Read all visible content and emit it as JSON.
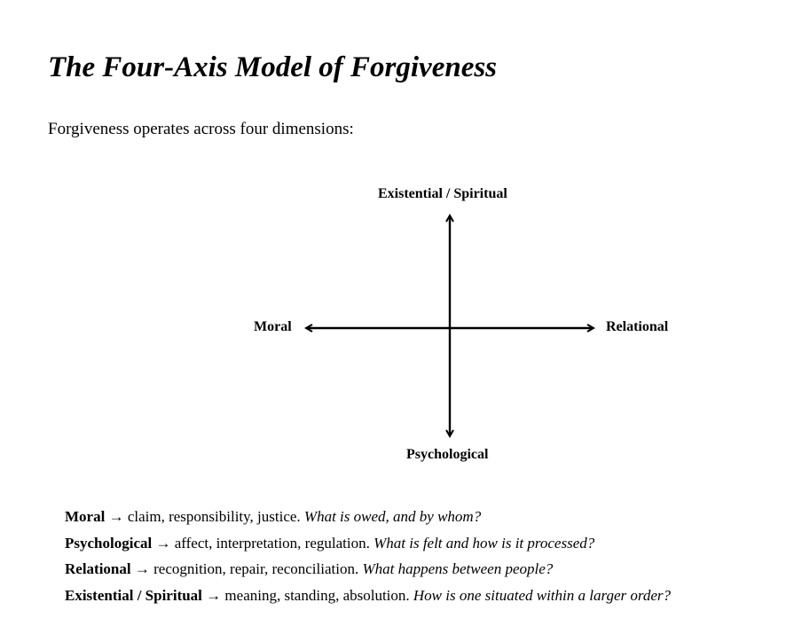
{
  "title": "The Four-Axis Model of Forgiveness",
  "intro": "Forgiveness operates across four dimensions:",
  "diagram": {
    "axes": {
      "top": "Existential / Spiritual",
      "left": "Moral",
      "right": "Relational",
      "bottom": "Psychological"
    }
  },
  "legend": [
    {
      "term": "Moral",
      "arrow": "→",
      "attributes": "claim, responsibility, justice.",
      "question": "What is owed, and by whom?"
    },
    {
      "term": "Psychological",
      "arrow": "→",
      "attributes": "affect, interpretation, regulation.",
      "question": "What is felt and how is it processed?"
    },
    {
      "term": "Relational",
      "arrow": "→",
      "attributes": "recognition, repair, reconciliation.",
      "question": "What happens between people?"
    },
    {
      "term": "Existential / Spiritual",
      "arrow": "→",
      "attributes": "meaning, standing, absolution.",
      "question": "How is one situated within a larger order?"
    }
  ]
}
